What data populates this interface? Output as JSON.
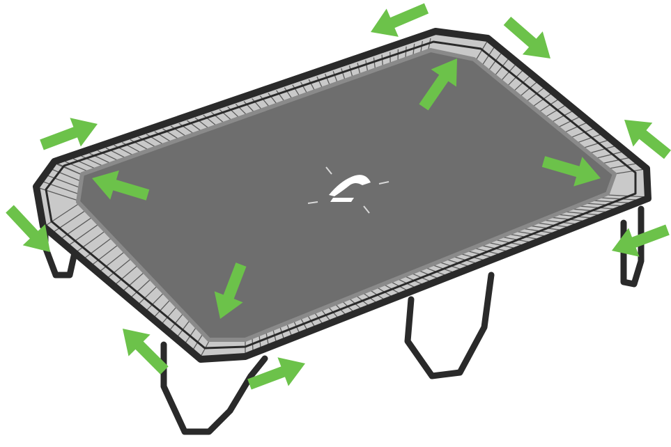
{
  "figure": {
    "subject": "rectangular-trampoline",
    "logo_icon": "jumper-logo-icon",
    "indicator_icon": "arrow-icon"
  },
  "colors": {
    "background": "#ffffff",
    "frame": "#2a2a2a",
    "mat": "#6e6e6e",
    "mat_edge": "#8a8a8a",
    "springs": "#c9c9c9",
    "spring_stroke": "#5a5a5a",
    "arrow": "#6cc24a",
    "logo": "#ffffff"
  },
  "arrows": [
    {
      "id": "top-left-outer"
    },
    {
      "id": "left-inner"
    },
    {
      "id": "left-leg"
    },
    {
      "id": "top-center"
    },
    {
      "id": "top-right-outer"
    },
    {
      "id": "top-right-inner"
    },
    {
      "id": "right-outer"
    },
    {
      "id": "right-inner"
    },
    {
      "id": "right-leg"
    },
    {
      "id": "bottom-left-inner"
    },
    {
      "id": "bottom-left-outer"
    },
    {
      "id": "bottom-left-leg"
    }
  ]
}
